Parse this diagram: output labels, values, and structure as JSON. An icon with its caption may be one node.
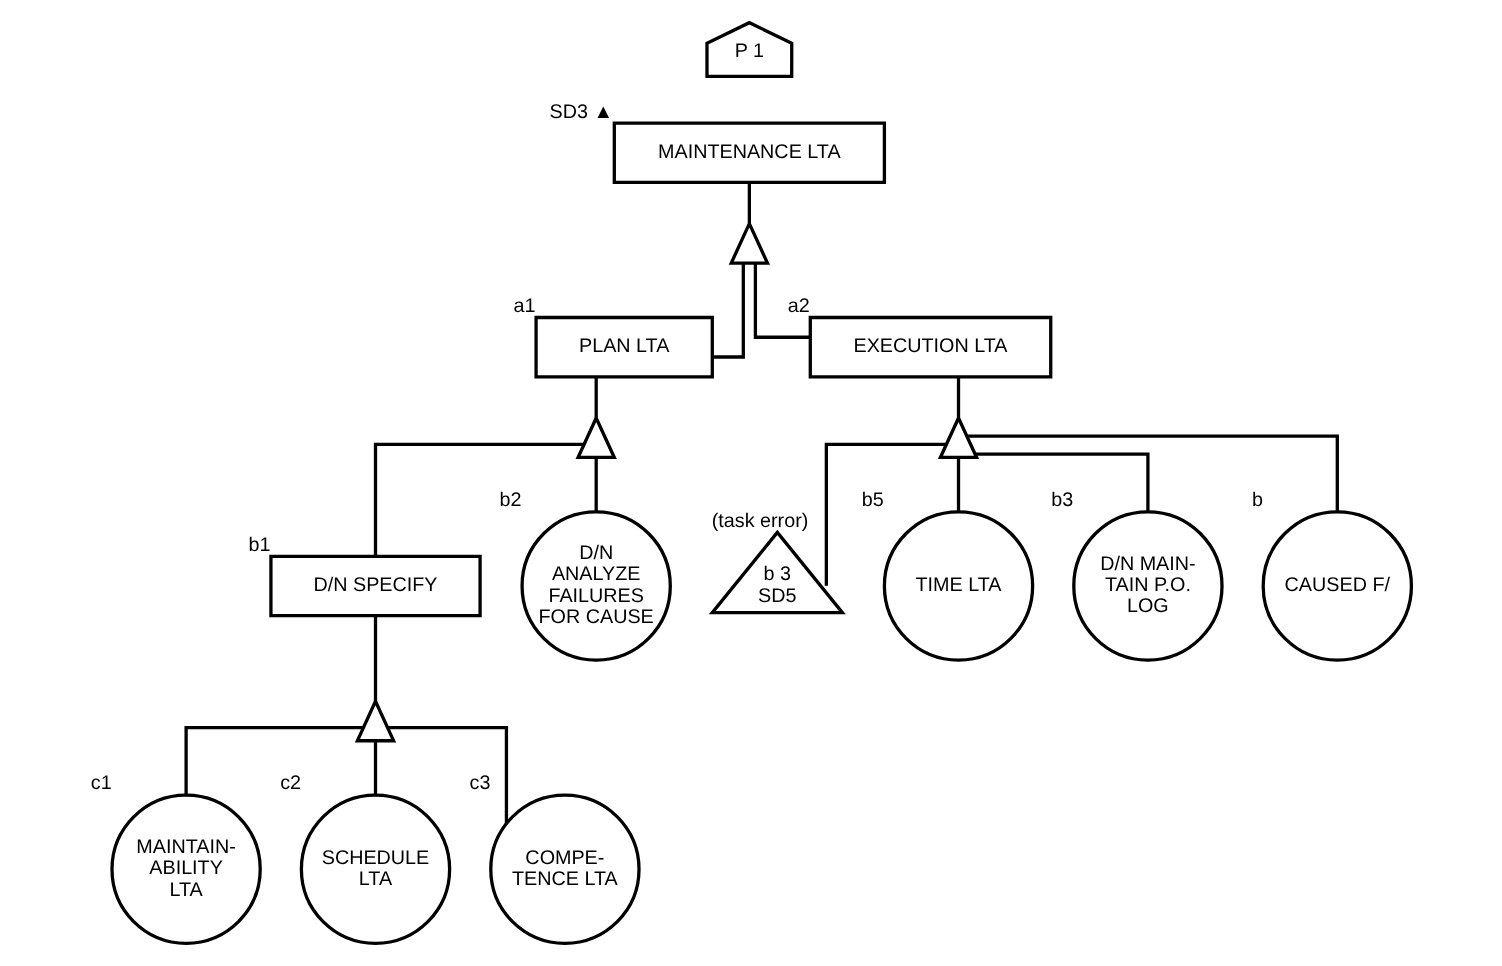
{
  "diagram": {
    "nodes": [
      {
        "text": [
          "P 1"
        ]
      },
      {
        "text": [
          "MAINTENANCE LTA"
        ],
        "beside": [
          "SD3 ▲"
        ]
      },
      {
        "text": [],
        "shape": "triangle"
      },
      {
        "text": [
          "PLAN LTA"
        ],
        "beside": [
          "a1"
        ]
      },
      {
        "text": [
          "EXECUTION LTA"
        ],
        "beside": [
          "a2"
        ]
      },
      {
        "text": [],
        "shape": "triangle"
      },
      {
        "text": [],
        "shape": "triangle"
      },
      {
        "text": [
          "D/N SPECIFY"
        ],
        "beside": [
          "b1"
        ]
      },
      {
        "text": [
          "D/N ANALYZE FAILURES FOR CAUSE"
        ],
        "beside": [
          "b2"
        ]
      },
      {
        "text": [
          "b 3 SD5"
        ],
        "beside": [
          "(task error)"
        ]
      },
      {
        "text": [
          "TIME LTA"
        ],
        "beside": [
          "b5"
        ]
      },
      {
        "text": [
          "D/N MAIN- TAIN P.O. LOG"
        ],
        "beside": [
          "b3"
        ]
      },
      {
        "text": [
          "CAUSED F/"
        ],
        "beside": [
          "b"
        ]
      },
      {
        "text": [],
        "shape": "triangle"
      },
      {
        "text": [
          "MAINTAIN- ABILITY LTA"
        ],
        "beside": [
          "c1"
        ]
      },
      {
        "text": [
          "SCHEDULE LTA"
        ],
        "beside": [
          "c2"
        ]
      },
      {
        "text": [
          "COMPE- TENCE LTA"
        ],
        "beside": [
          "c3"
        ]
      }
    ],
    "edges": [
      {
        "from": 1,
        "to": 2,
        "arrow": "none"
      },
      {
        "from": 2,
        "to": 3,
        "arrow": "none"
      },
      {
        "from": 2,
        "to": 4,
        "arrow": "none"
      },
      {
        "from": 3,
        "to": 5,
        "arrow": "none"
      },
      {
        "from": 5,
        "to": 7,
        "arrow": "none"
      },
      {
        "from": 5,
        "to": 8,
        "arrow": "none"
      },
      {
        "from": 4,
        "to": 6,
        "arrow": "none"
      },
      {
        "from": 6,
        "to": 9,
        "arrow": "none"
      },
      {
        "from": 6,
        "to": 11,
        "arrow": "none"
      },
      {
        "from": 6,
        "to": 12,
        "arrow": "none"
      },
      {
        "from": 6,
        "to": 10,
        "arrow": "none"
      },
      {
        "from": 7,
        "to": 13,
        "arrow": "none"
      },
      {
        "from": 13,
        "to": 14,
        "arrow": "none"
      },
      {
        "from": 13,
        "to": 15,
        "arrow": "none"
      },
      {
        "from": 13,
        "to": 16,
        "arrow": "none"
      }
    ]
  }
}
